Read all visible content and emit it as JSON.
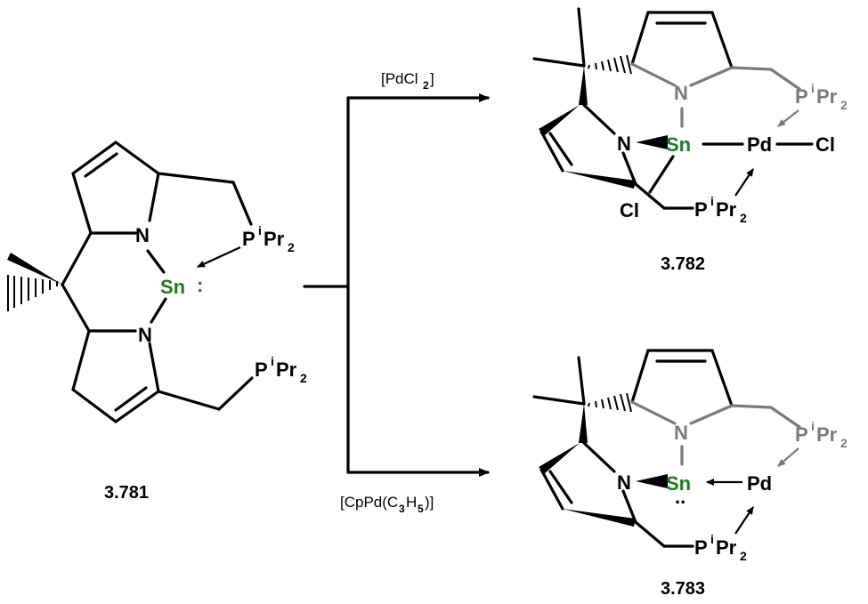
{
  "compounds": {
    "start": {
      "id": "3.781"
    },
    "product_top": {
      "id": "3.782"
    },
    "product_bottom": {
      "id": "3.783"
    }
  },
  "reagents": {
    "top": {
      "main": "[PdCl",
      "sub": "2",
      "close": "]"
    },
    "bottom": {
      "a": "[CpPd(C",
      "sub1": "3",
      "b": "H",
      "sub2": "5",
      "c": ")]"
    }
  },
  "atoms": {
    "N": "N",
    "Sn": "Sn",
    "Pd": "Pd",
    "Cl": "Cl",
    "P": "P",
    "i": "i",
    "Pr": "Pr",
    "two": "2",
    "lone_pair_side": ":",
    "lone_pair_below": ".."
  },
  "colors": {
    "tin": "#1f7a1f",
    "grey_ligand": "#7a7a7a",
    "bond": "#000000"
  }
}
